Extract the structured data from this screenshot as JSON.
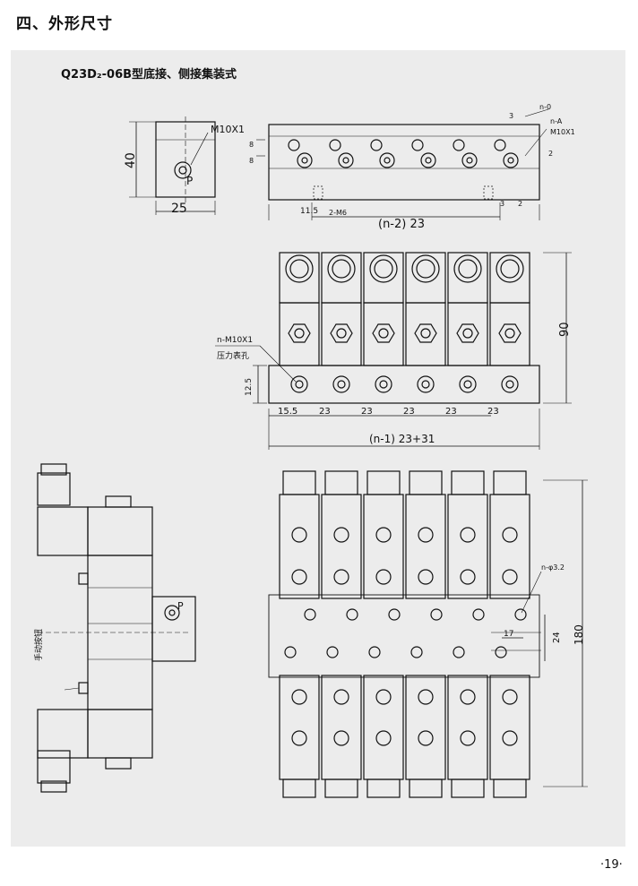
{
  "page": {
    "heading": "四、外形尺寸",
    "subtitle": "Q23D₂-06B型底接、侧接集装式",
    "page_number": "·19·"
  },
  "views": {
    "side_port": {
      "height": "40",
      "width": "25",
      "thread": "M10X1",
      "port": "P"
    },
    "top_view": {
      "n0": "n-0",
      "nA": "n-A",
      "thread": "M10X1",
      "d3a": "3",
      "d2": "2",
      "d8a": "8",
      "d8b": "8",
      "d11": "11.5",
      "m6": "2-M6",
      "pitch": "(n-2) 23",
      "d3b": "3",
      "d2b": "2"
    },
    "front_view": {
      "gauge_label": "n-M10X1",
      "gauge_note": "压力表孔",
      "height": "90",
      "base_h": "12.5",
      "first": "15.5",
      "pitch": [
        "23",
        "23",
        "23",
        "23",
        "23"
      ],
      "total": "(n-1) 23+31"
    },
    "bottom_view": {
      "hole": "n-φ3.2",
      "w17": "17",
      "h24": "24",
      "h180": "180"
    },
    "solenoid_side": {
      "port": "P",
      "manual": "手动按钮"
    }
  }
}
